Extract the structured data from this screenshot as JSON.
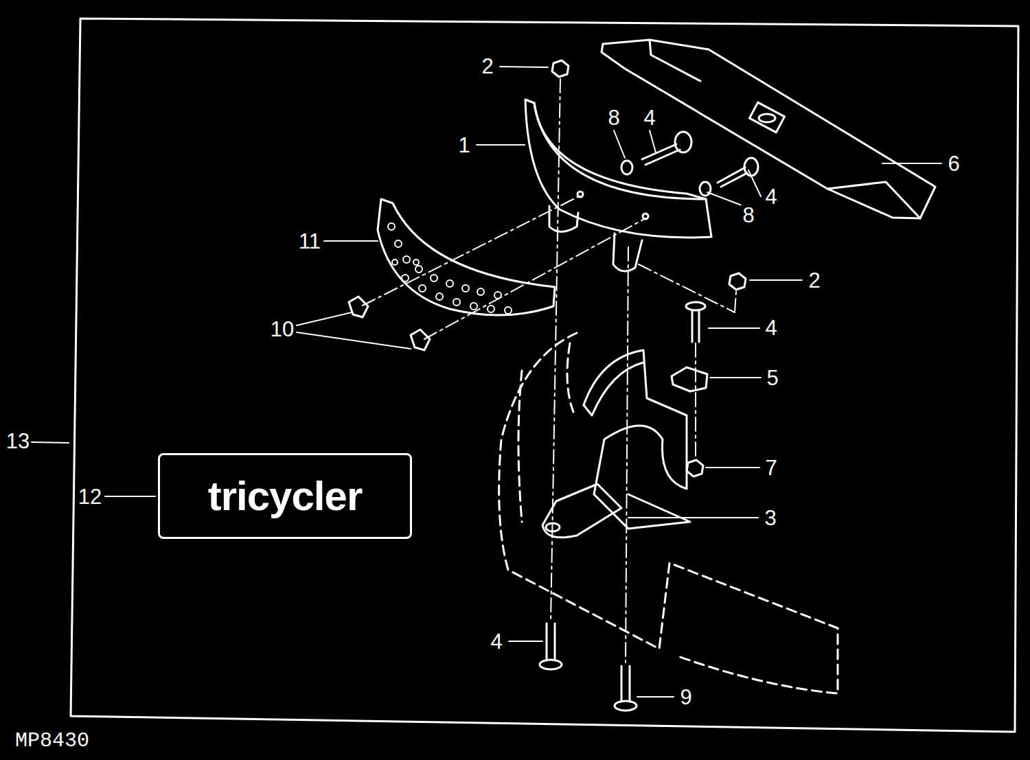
{
  "diagram": {
    "nodes": [
      {
        "text": [
          "tricycler"
        ]
      }
    ],
    "labels": [
      "2",
      "1",
      "8",
      "4",
      "4",
      "8",
      "6",
      "11",
      "2",
      "10",
      "4",
      "5",
      "7",
      "13",
      "12",
      "3",
      "4",
      "9",
      "MP8430"
    ]
  }
}
